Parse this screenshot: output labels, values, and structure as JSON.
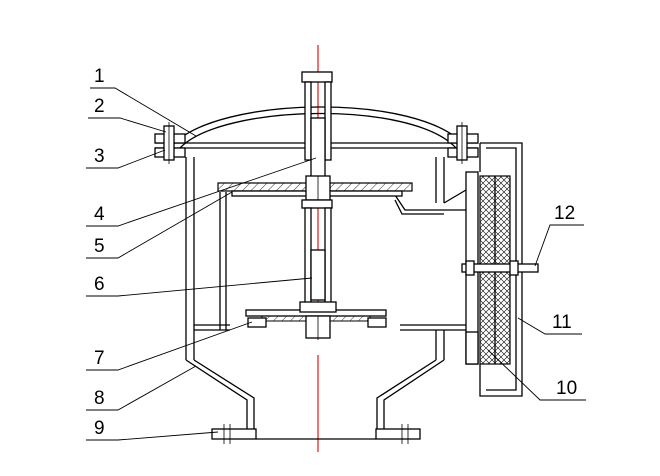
{
  "diagram": {
    "labels": [
      "1",
      "2",
      "3",
      "4",
      "5",
      "6",
      "7",
      "8",
      "9",
      "10",
      "11",
      "12"
    ],
    "colors": {
      "line": "#000000",
      "centerline": "#e00000",
      "background": "#ffffff"
    }
  }
}
